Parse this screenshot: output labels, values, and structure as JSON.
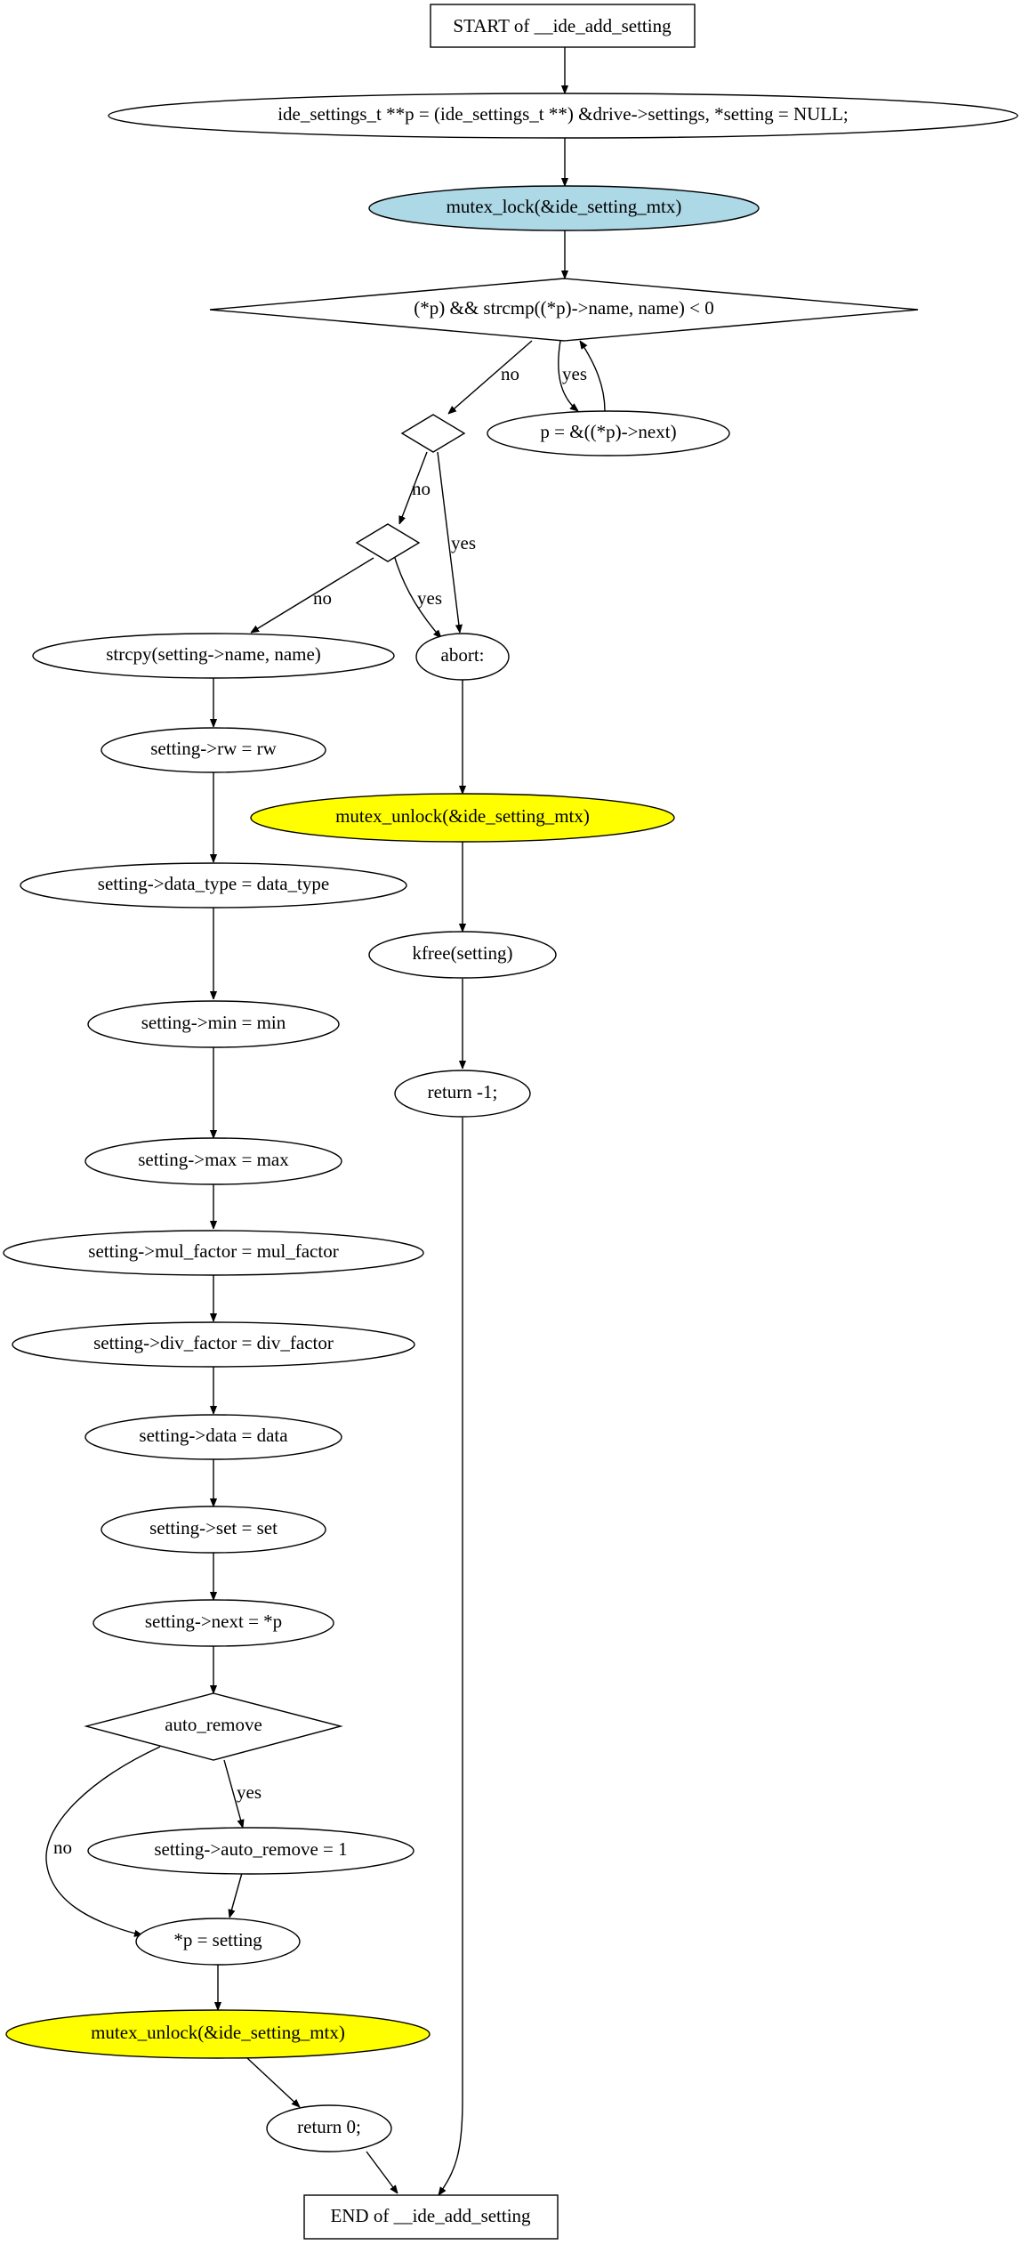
{
  "colors": {
    "background": "#ffffff",
    "stroke": "#000000",
    "default_fill": "#ffffff",
    "lock_fill": "#add8e6",
    "unlock_fill": "#ffff00"
  },
  "nodes": {
    "start": {
      "label": "START of __ide_add_setting",
      "shape": "box",
      "fill": "#ffffff"
    },
    "decl": {
      "label": "ide_settings_t **p = (ide_settings_t **) &drive->settings, *setting = NULL;",
      "shape": "ellipse",
      "fill": "#ffffff"
    },
    "lock": {
      "label": "mutex_lock(&ide_setting_mtx)",
      "shape": "ellipse",
      "fill": "#add8e6"
    },
    "loop_cond": {
      "label": "(*p) && strcmp((*p)->name, name) < 0",
      "shape": "diamond",
      "fill": "#ffffff"
    },
    "next_assign": {
      "label": "p = &((*p)->next)",
      "shape": "ellipse",
      "fill": "#ffffff"
    },
    "cond_a": {
      "label": "",
      "shape": "diamond",
      "fill": "#ffffff"
    },
    "cond_b": {
      "label": "",
      "shape": "diamond",
      "fill": "#ffffff"
    },
    "strcpy": {
      "label": "strcpy(setting->name, name)",
      "shape": "ellipse",
      "fill": "#ffffff"
    },
    "abort": {
      "label": "abort:",
      "shape": "ellipse",
      "fill": "#ffffff"
    },
    "rw": {
      "label": "setting->rw = rw",
      "shape": "ellipse",
      "fill": "#ffffff"
    },
    "unlock_abort": {
      "label": "mutex_unlock(&ide_setting_mtx)",
      "shape": "ellipse",
      "fill": "#ffff00"
    },
    "data_type": {
      "label": "setting->data_type = data_type",
      "shape": "ellipse",
      "fill": "#ffffff"
    },
    "kfree": {
      "label": "kfree(setting)",
      "shape": "ellipse",
      "fill": "#ffffff"
    },
    "min": {
      "label": "setting->min = min",
      "shape": "ellipse",
      "fill": "#ffffff"
    },
    "ret_neg": {
      "label": "return -1;",
      "shape": "ellipse",
      "fill": "#ffffff"
    },
    "max": {
      "label": "setting->max = max",
      "shape": "ellipse",
      "fill": "#ffffff"
    },
    "mul": {
      "label": "setting->mul_factor = mul_factor",
      "shape": "ellipse",
      "fill": "#ffffff"
    },
    "div": {
      "label": "setting->div_factor = div_factor",
      "shape": "ellipse",
      "fill": "#ffffff"
    },
    "data": {
      "label": "setting->data = data",
      "shape": "ellipse",
      "fill": "#ffffff"
    },
    "set": {
      "label": "setting->set = set",
      "shape": "ellipse",
      "fill": "#ffffff"
    },
    "next": {
      "label": "setting->next = *p",
      "shape": "ellipse",
      "fill": "#ffffff"
    },
    "auto_remove": {
      "label": "auto_remove",
      "shape": "diamond",
      "fill": "#ffffff"
    },
    "auto_set": {
      "label": "setting->auto_remove = 1",
      "shape": "ellipse",
      "fill": "#ffffff"
    },
    "p_assign": {
      "label": "*p = setting",
      "shape": "ellipse",
      "fill": "#ffffff"
    },
    "unlock_ok": {
      "label": "mutex_unlock(&ide_setting_mtx)",
      "shape": "ellipse",
      "fill": "#ffff00"
    },
    "ret_zero": {
      "label": "return 0;",
      "shape": "ellipse",
      "fill": "#ffffff"
    },
    "end": {
      "label": "END of __ide_add_setting",
      "shape": "box",
      "fill": "#ffffff"
    }
  },
  "edges": [
    {
      "from": "start",
      "to": "decl",
      "label": ""
    },
    {
      "from": "decl",
      "to": "lock",
      "label": ""
    },
    {
      "from": "lock",
      "to": "loop_cond",
      "label": ""
    },
    {
      "from": "loop_cond",
      "to": "cond_a",
      "label": "no"
    },
    {
      "from": "loop_cond",
      "to": "next_assign",
      "label": "yes"
    },
    {
      "from": "next_assign",
      "to": "loop_cond",
      "label": ""
    },
    {
      "from": "cond_a",
      "to": "cond_b",
      "label": "no"
    },
    {
      "from": "cond_a",
      "to": "abort",
      "label": "yes"
    },
    {
      "from": "cond_b",
      "to": "strcpy",
      "label": "no"
    },
    {
      "from": "cond_b",
      "to": "abort",
      "label": "yes"
    },
    {
      "from": "strcpy",
      "to": "rw",
      "label": ""
    },
    {
      "from": "abort",
      "to": "unlock_abort",
      "label": ""
    },
    {
      "from": "rw",
      "to": "data_type",
      "label": ""
    },
    {
      "from": "unlock_abort",
      "to": "kfree",
      "label": ""
    },
    {
      "from": "data_type",
      "to": "min",
      "label": ""
    },
    {
      "from": "kfree",
      "to": "ret_neg",
      "label": ""
    },
    {
      "from": "min",
      "to": "max",
      "label": ""
    },
    {
      "from": "ret_neg",
      "to": "end",
      "label": ""
    },
    {
      "from": "max",
      "to": "mul",
      "label": ""
    },
    {
      "from": "mul",
      "to": "div",
      "label": ""
    },
    {
      "from": "div",
      "to": "data",
      "label": ""
    },
    {
      "from": "data",
      "to": "set",
      "label": ""
    },
    {
      "from": "set",
      "to": "next",
      "label": ""
    },
    {
      "from": "next",
      "to": "auto_remove",
      "label": ""
    },
    {
      "from": "auto_remove",
      "to": "auto_set",
      "label": "yes"
    },
    {
      "from": "auto_remove",
      "to": "p_assign",
      "label": "no"
    },
    {
      "from": "auto_set",
      "to": "p_assign",
      "label": ""
    },
    {
      "from": "p_assign",
      "to": "unlock_ok",
      "label": ""
    },
    {
      "from": "unlock_ok",
      "to": "ret_zero",
      "label": ""
    },
    {
      "from": "ret_zero",
      "to": "end",
      "label": ""
    }
  ]
}
